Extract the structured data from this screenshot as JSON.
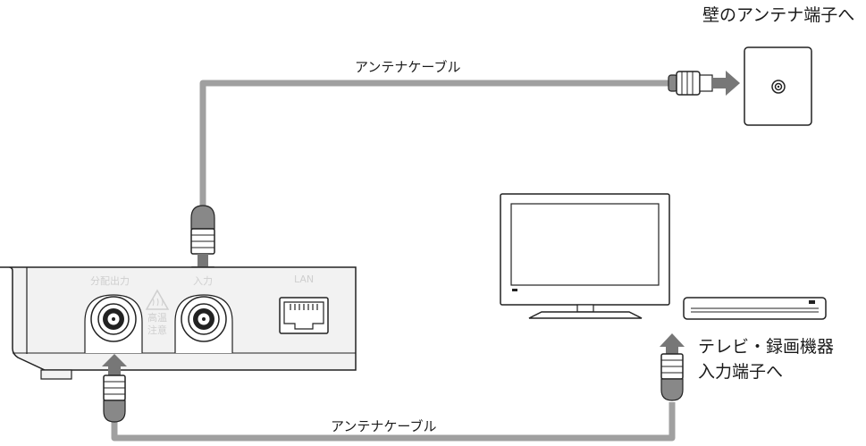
{
  "labels": {
    "wall_port": "壁のアンテナ端子へ",
    "cable_top": "アンテナケーブル",
    "cable_bottom": "アンテナケーブル",
    "tv_input_line1": "テレビ・録画機器",
    "tv_input_line2": "入力端子へ"
  },
  "device": {
    "port_split_out": "分配出力",
    "port_in": "入力",
    "port_lan": "LAN",
    "warning_line1": "高温",
    "warning_line2": "注意"
  },
  "colors": {
    "cable": "#a0a0a0",
    "outline": "#222222",
    "device_body": "#f2f2f2"
  }
}
